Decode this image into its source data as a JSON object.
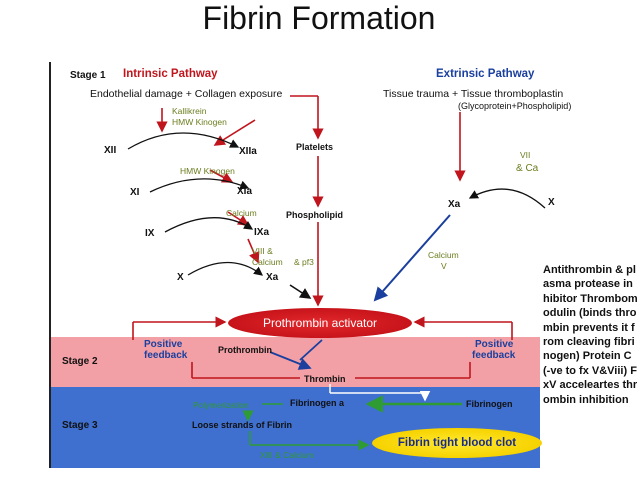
{
  "title": "Fibrin Formation",
  "stages": {
    "stage1": "Stage 1",
    "stage2": "Stage 2",
    "stage3": "Stage 3"
  },
  "intrinsic": {
    "heading": "Intrinsic Pathway",
    "trigger": "Endothelial damage + Collagen exposure",
    "kallikrein": "Kallikrein",
    "hmw_kinogen_1": "HMW Kinogen",
    "xii": "XII",
    "xiia": "XIIa",
    "hmw_kinogen_2": "HMW Kinogen",
    "xi": "XI",
    "xia": "XIa",
    "calcium": "Calcium",
    "ix": "IX",
    "ixa": "IXa",
    "viii": "VIII &",
    "viii_calcium": "Calcium",
    "pf3": "& pf3",
    "x": "X",
    "xa": "Xa",
    "platelets": "Platelets",
    "phospholipid": "Phospholipid"
  },
  "extrinsic": {
    "heading": "Extrinsic Pathway",
    "trigger": "Tissue trauma + Tissue thromboplastin",
    "trigger_sub": "(Glycoprotein+Phospholipid)",
    "vii": "VII",
    "ca": "& Ca",
    "x": "X",
    "xa": "Xa",
    "calcium": "Calcium",
    "v": "V"
  },
  "center": {
    "prothrombin_activator": "Prothrombin activator",
    "positive_feedback_left": [
      "Positive",
      "feedback"
    ],
    "positive_feedback_right": [
      "Positive",
      "feedback"
    ],
    "prothrombin": "Prothrombin",
    "thrombin": "Thrombin",
    "polymerization": "Polymerization",
    "fibrinogen_a": "Fibrinogen a",
    "fibrinogen": "Fibrinogen",
    "loose_strands": "Loose strands of Fibrin",
    "xiii_calcium": "XIII & Calcium",
    "fibrin_clot": "Fibrin tight blood clot"
  },
  "side_note": "Antithrombin & plasma protease inhibitor Thrombomodulin (binds thrombin prevents it from cleaving fibrinogen) Protein C (-ve to fx V&Viii) FxV acceleartes thrombin inhibition",
  "colors": {
    "heading_red": "#c0151c",
    "heading_blue": "#1a3f9e",
    "green_label": "#2f9b33",
    "stage2_band": "#f2a0a6",
    "stage3_band": "#3f6fcf",
    "activator": "#c7141a",
    "clot": "#f6d200"
  }
}
